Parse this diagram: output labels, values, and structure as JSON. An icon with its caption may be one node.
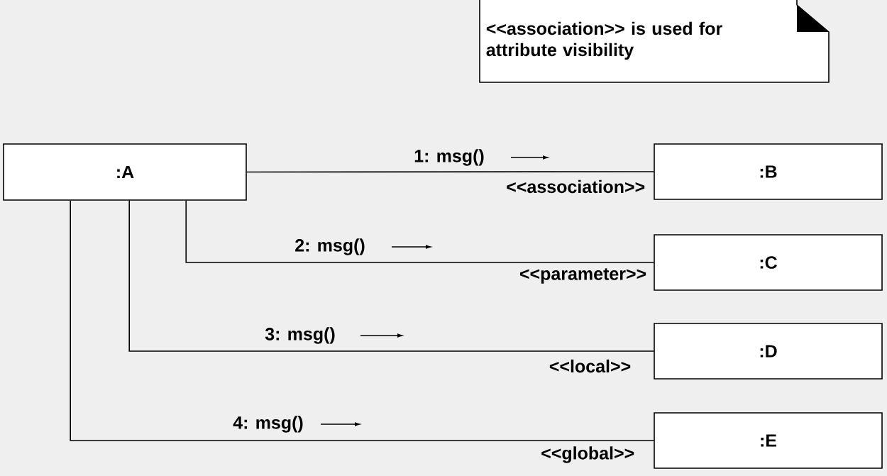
{
  "diagram": {
    "nodes": [
      {
        "text": [
          "<<association>> is used for attribute visibility"
        ]
      },
      {
        "text": [
          ":A"
        ]
      },
      {
        "text": [
          ":B"
        ]
      },
      {
        "text": [
          ":C"
        ]
      },
      {
        "text": [
          ":D"
        ]
      },
      {
        "text": [
          ":E"
        ]
      }
    ],
    "edges": [
      {
        "from": 1,
        "to": 2,
        "arrow": "none",
        "label": "1: msg()"
      },
      {
        "from": 1,
        "to": 3,
        "arrow": "none",
        "label": "2: msg()"
      },
      {
        "from": 1,
        "to": 4,
        "arrow": "none",
        "label": "3: msg()"
      },
      {
        "from": 1,
        "to": 5,
        "arrow": "none",
        "label": "4: msg()"
      }
    ],
    "labels": [
      "<<association>>",
      "<<parameter>>",
      "<<local>>",
      "<<global>>"
    ]
  }
}
